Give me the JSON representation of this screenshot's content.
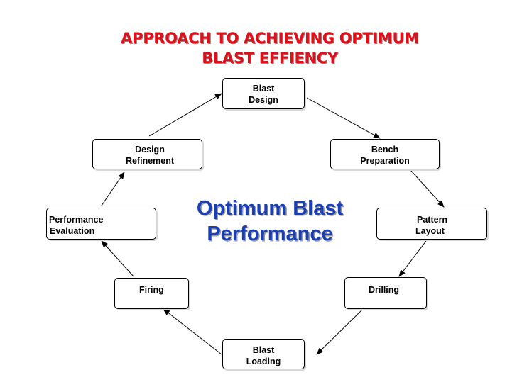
{
  "title": {
    "line1": "APPROACH TO ACHIEVING OPTIMUM",
    "line2": "BLAST EFFIENCY"
  },
  "center": {
    "line1": "Optimum Blast",
    "line2": "Performance"
  },
  "nodes": {
    "blast_design": {
      "line1": "Blast",
      "line2": "Design"
    },
    "bench_preparation": {
      "line1": "Bench",
      "line2": "Preparation"
    },
    "pattern_layout": {
      "line1": "Pattern",
      "line2": "Layout"
    },
    "drilling": {
      "line1": "Drilling"
    },
    "blast_loading": {
      "line1": "Blast",
      "line2": "Loading"
    },
    "firing": {
      "line1": "Firing"
    },
    "performance_evaluation": {
      "line1": "Performance",
      "line2": "Evaluation"
    },
    "design_refinement": {
      "line1": "Design",
      "line2": "Refinement"
    }
  },
  "colors": {
    "title": "#e0101a",
    "center_text": "#1a3fb3",
    "box_border": "#000000",
    "arrow": "#000000"
  }
}
